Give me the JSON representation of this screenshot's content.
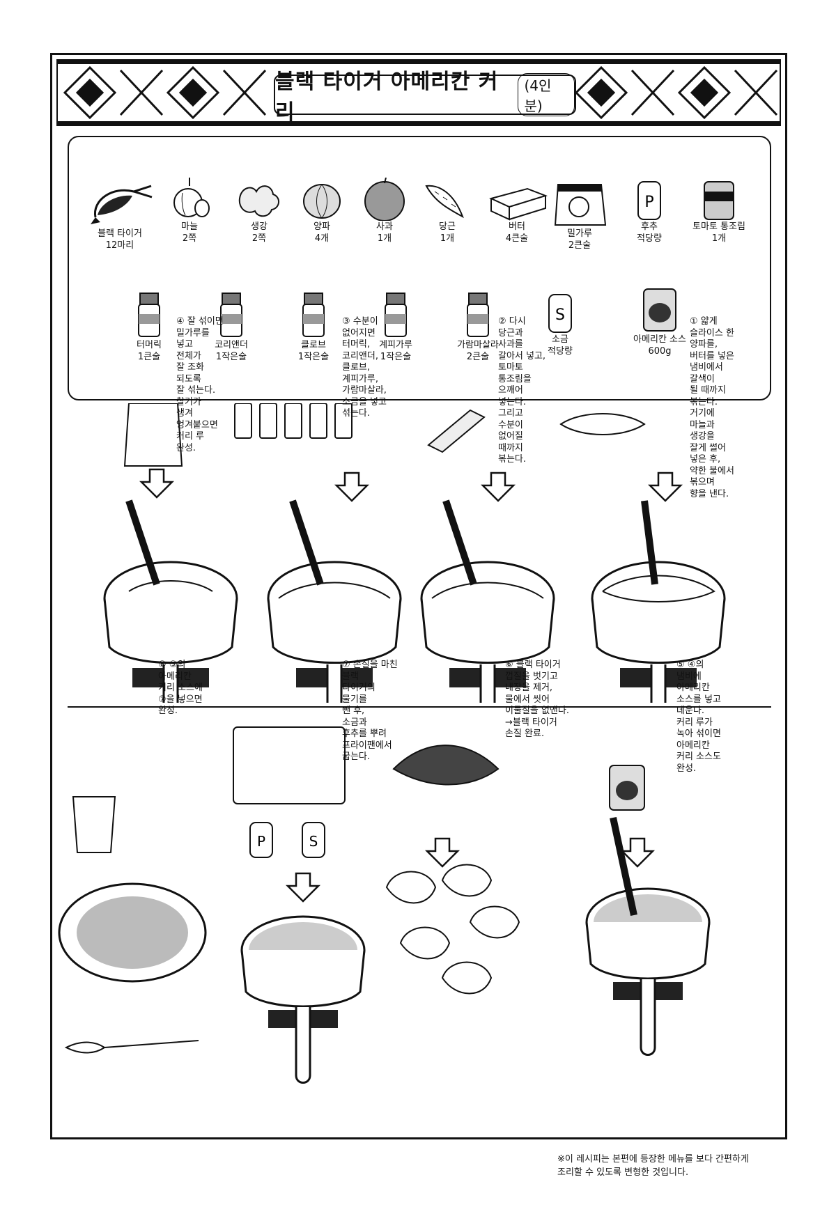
{
  "title": {
    "main": "블랙 타이거 아메리칸 커리",
    "servings": "(4인분)"
  },
  "ingredients_row1": [
    {
      "name": "블랙 타이거",
      "qty": "12마리",
      "icon": "shrimp-icon"
    },
    {
      "name": "마늘",
      "qty": "2쪽",
      "icon": "garlic-icon"
    },
    {
      "name": "생강",
      "qty": "2쪽",
      "icon": "ginger-icon"
    },
    {
      "name": "양파",
      "qty": "4개",
      "icon": "onion-icon"
    },
    {
      "name": "사과",
      "qty": "1개",
      "icon": "apple-icon"
    },
    {
      "name": "당근",
      "qty": "1개",
      "icon": "carrot-icon"
    },
    {
      "name": "버터",
      "qty": "4큰술",
      "icon": "butter-icon"
    },
    {
      "name": "밀가루",
      "qty": "2큰술",
      "icon": "flour-bag-icon"
    },
    {
      "name": "후추",
      "qty": "적당량",
      "icon": "pepper-shaker-icon"
    },
    {
      "name": "토마토 통조림",
      "qty": "1개",
      "icon": "tomato-can-icon"
    }
  ],
  "ingredients_row2": [
    {
      "name": "터머릭",
      "qty": "1큰술",
      "icon": "spice-bottle-icon"
    },
    {
      "name": "코리앤더",
      "qty": "1작은술",
      "icon": "spice-bottle-icon"
    },
    {
      "name": "클로브",
      "qty": "1작은술",
      "icon": "spice-bottle-icon"
    },
    {
      "name": "계피가루",
      "qty": "1작은술",
      "icon": "spice-bottle-icon"
    },
    {
      "name": "가람마살라",
      "qty": "2큰술",
      "icon": "spice-bottle-icon"
    },
    {
      "name": "소금",
      "qty": "적당량",
      "icon": "salt-shaker-icon"
    },
    {
      "name": "아메리칸 소스",
      "qty": "600g",
      "icon": "sauce-can-icon"
    }
  ],
  "shaker_labels": {
    "pepper": "P",
    "salt": "S"
  },
  "steps": {
    "s1": "① 얇게\n슬라이스 한\n양파를,\n버터를 넣은\n냄비에서\n갈색이\n될 때까지\n볶는다.\n거기에\n마늘과\n생강을\n잘게 썰어\n넣은 후,\n약한 불에서\n볶으며\n향을 낸다.",
    "s2": "② 다시\n당근과\n사과를\n갈아서 넣고,\n토마토\n통조림을\n으깨어\n넣는다.\n그리고\n수분이\n없어질\n때까지\n볶는다.",
    "s3": "③ 수분이\n없어지면\n터머릭,\n코리앤더,\n클로브,\n계피가루,\n가람마살라,\n소금을 넣고\n섞는다.",
    "s4": "④ 잘 섞이면\n밀가루를\n넣고\n전체가\n잘 조화\n되도록\n잘 섞는다.\n찰기가\n생겨\n엉겨붙으면\n커리 루\n완성.",
    "s5": "⑤ ④의\n냄비에\n아메리칸\n소스를 넣고\n데운다.\n커리 루가\n녹아 섞이면\n아메리칸\n커리 소스도\n완성.",
    "s6": "⑥ 블랙 타이거\n껍질을 벗기고\n내장을 제거,\n물에서 씻어\n이물질을 없앤다.\n→블랙 타이거\n손질 완료.",
    "s7": "⑦ 손질을 마친\n블랙\n타이거의\n물기를\n뺀 후,\n소금과\n후추를 뿌려\n프라이팬에서\n굽는다.",
    "s8": "⑧ ⑤의\n아메리칸\n커리 소스에\n⑦을 넣으면\n완성."
  },
  "footnote": "※이 레시피는 본편에 등장한 메뉴를 보다 간편하게\n조리할 수 있도록 변형한 것입니다."
}
